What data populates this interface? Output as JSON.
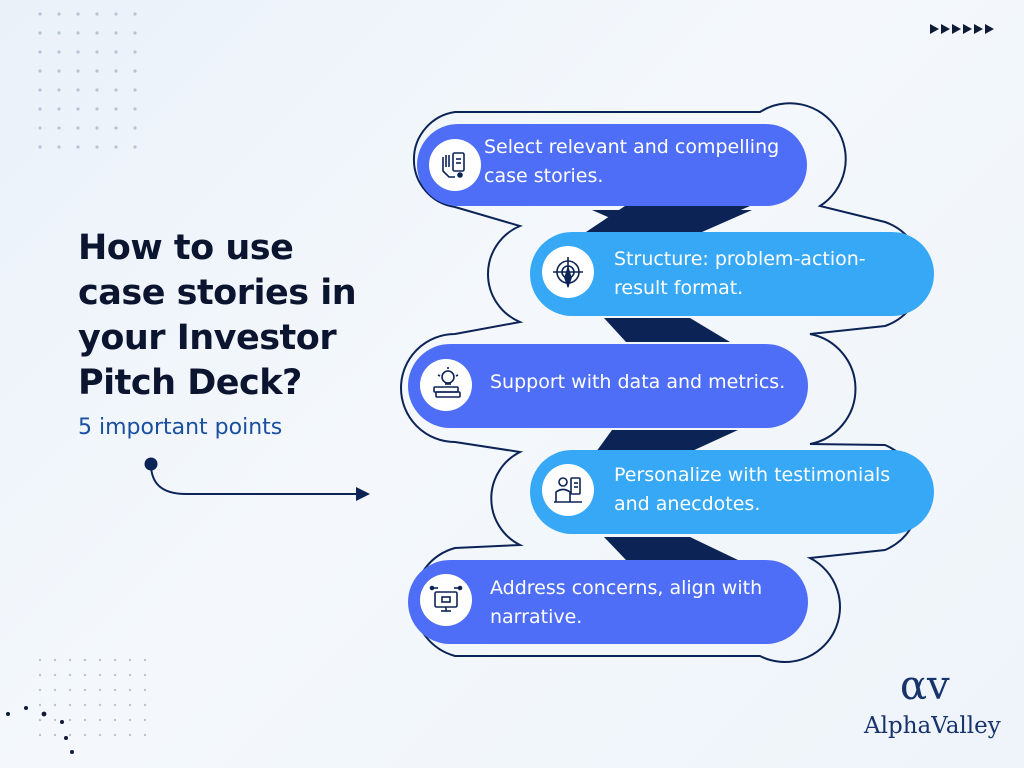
{
  "heading": {
    "title": "How to use case stories in your Investor Pitch Deck?",
    "subtitle": "5 important points"
  },
  "steps": [
    {
      "text": "Select relevant and compelling case stories.",
      "icon": "hand-tablet-icon",
      "color": "#4f6ef7"
    },
    {
      "text": "Structure: problem-action-result format.",
      "icon": "target-pen-icon",
      "color": "#36a8f6"
    },
    {
      "text": "Support with data and metrics.",
      "icon": "lightbulb-books-icon",
      "color": "#4f6ef7"
    },
    {
      "text": "Personalize with testimonials and anecdotes.",
      "icon": "person-clipboard-icon",
      "color": "#36a8f6"
    },
    {
      "text": "Address concerns, align with narrative.",
      "icon": "monitor-network-icon",
      "color": "#4f6ef7"
    }
  ],
  "logo": {
    "mark": "αv",
    "name": "AlphaValley"
  },
  "colors": {
    "navy": "#0c2356",
    "blue": "#4f6ef7",
    "light_blue": "#36a8f6",
    "accent_text": "#1a4fa0"
  }
}
